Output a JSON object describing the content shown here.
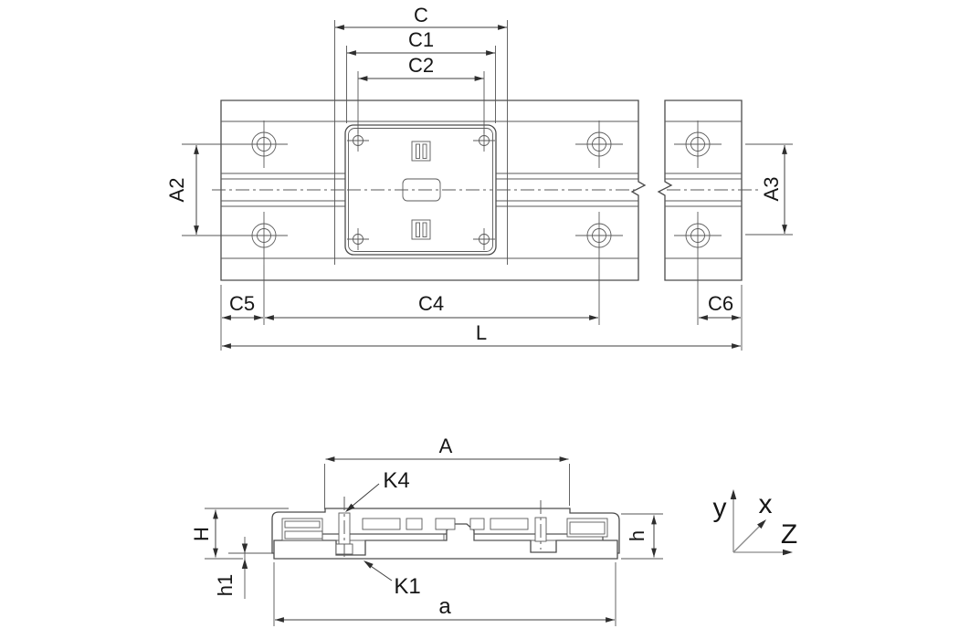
{
  "title": "linear-slide-technical-drawing",
  "colors": {
    "background": "#ffffff",
    "part_line": "#4c4c4c",
    "dimension_line": "#3f3f3f",
    "text": "#161616",
    "axis_line": "#8a8a8a"
  },
  "views": {
    "top": {
      "name": "top view of linear slide with carriage"
    },
    "section": {
      "name": "cross-section view of slide profile"
    }
  },
  "labels": {
    "C": {
      "text": "C"
    },
    "C1": {
      "text": "C1"
    },
    "C2": {
      "text": "C2"
    },
    "A2": {
      "text": "A2"
    },
    "A3": {
      "text": "A3"
    },
    "C5": {
      "text": "C5"
    },
    "C4": {
      "text": "C4"
    },
    "C6": {
      "text": "C6"
    },
    "L": {
      "text": "L"
    },
    "A": {
      "text": "A"
    },
    "K4": {
      "text": "K4"
    },
    "K1": {
      "text": "K1"
    },
    "H": {
      "text": "H"
    },
    "h1": {
      "text": "h1"
    },
    "a": {
      "text": "a"
    },
    "h": {
      "text": "h"
    }
  },
  "axes": {
    "y": {
      "text": "y"
    },
    "x": {
      "text": "x"
    },
    "z": {
      "text": "Z"
    }
  }
}
